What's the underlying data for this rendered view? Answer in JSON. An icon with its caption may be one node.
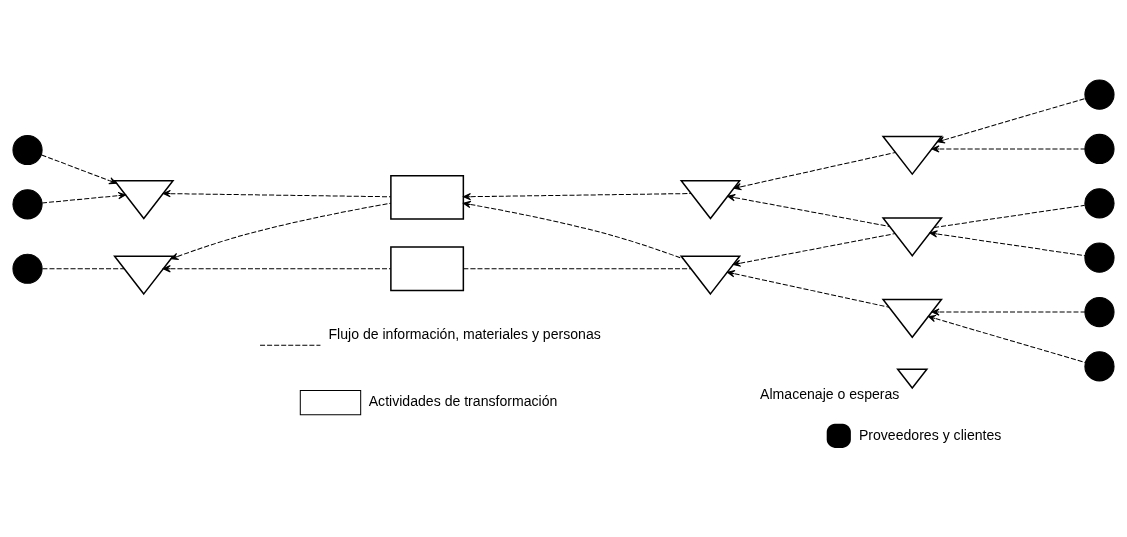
{
  "diagram": {
    "nodes": [
      {
        "text": [],
        "shape": "circle"
      },
      {
        "text": [],
        "shape": "circle"
      },
      {
        "text": [],
        "shape": "circle"
      },
      {
        "text": [],
        "shape": "triangle"
      },
      {
        "text": [],
        "shape": "triangle"
      },
      {
        "text": [],
        "shape": "box"
      },
      {
        "text": [],
        "shape": "box"
      },
      {
        "text": [],
        "shape": "triangle"
      },
      {
        "text": [],
        "shape": "triangle"
      },
      {
        "text": [],
        "shape": "triangle"
      },
      {
        "text": [],
        "shape": "triangle"
      },
      {
        "text": [],
        "shape": "triangle"
      },
      {
        "text": [],
        "shape": "circle"
      },
      {
        "text": [],
        "shape": "circle"
      },
      {
        "text": [],
        "shape": "circle"
      },
      {
        "text": [],
        "shape": "circle"
      },
      {
        "text": [],
        "shape": "circle"
      },
      {
        "text": [],
        "shape": "circle"
      }
    ],
    "edges": [
      {
        "from": 0,
        "to": 3,
        "arrow": "to",
        "style": "dashed"
      },
      {
        "from": 1,
        "to": 3,
        "arrow": "to",
        "style": "dashed"
      },
      {
        "from": 5,
        "to": 3,
        "arrow": "to",
        "style": "dashed"
      },
      {
        "from": 2,
        "to": 4,
        "arrow": "none",
        "style": "dashed"
      },
      {
        "from": 5,
        "to": 4,
        "arrow": "to",
        "style": "dashed"
      },
      {
        "from": 6,
        "to": 4,
        "arrow": "to",
        "style": "dashed"
      },
      {
        "from": 7,
        "to": 5,
        "arrow": "to",
        "style": "dashed"
      },
      {
        "from": 8,
        "to": 5,
        "arrow": "to",
        "style": "dashed"
      },
      {
        "from": 8,
        "to": 6,
        "arrow": "none",
        "style": "dashed"
      },
      {
        "from": 9,
        "to": 7,
        "arrow": "to",
        "style": "dashed"
      },
      {
        "from": 10,
        "to": 7,
        "arrow": "to",
        "style": "dashed"
      },
      {
        "from": 10,
        "to": 8,
        "arrow": "to",
        "style": "dashed"
      },
      {
        "from": 11,
        "to": 8,
        "arrow": "to",
        "style": "dashed"
      },
      {
        "from": 12,
        "to": 9,
        "arrow": "to",
        "style": "dashed"
      },
      {
        "from": 13,
        "to": 9,
        "arrow": "to",
        "style": "dashed"
      },
      {
        "from": 14,
        "to": 10,
        "arrow": "none",
        "style": "dashed"
      },
      {
        "from": 15,
        "to": 10,
        "arrow": "to",
        "style": "dashed"
      },
      {
        "from": 16,
        "to": 11,
        "arrow": "to",
        "style": "dashed"
      },
      {
        "from": 17,
        "to": 11,
        "arrow": "to",
        "style": "dashed"
      }
    ],
    "legend": [
      {
        "text": "Flujo de información, materiales y personas"
      },
      {
        "text": "Almacenaje o esperas"
      },
      {
        "text": "Actividades de transformación"
      },
      {
        "text": "Proveedores y clientes"
      }
    ]
  }
}
